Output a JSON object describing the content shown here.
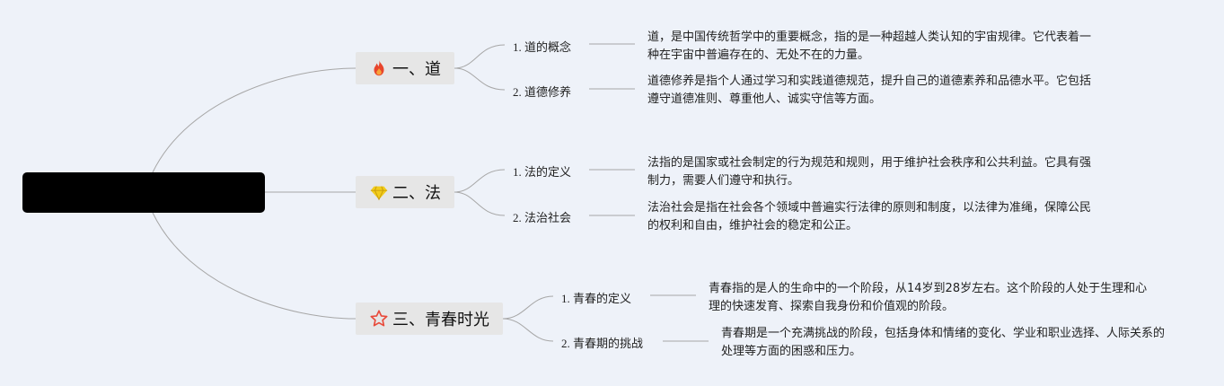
{
  "root": {
    "label": ""
  },
  "branches": [
    {
      "label": "一、道",
      "icon": "fire-icon",
      "topics": [
        {
          "label": "1. 道的概念",
          "desc": "道，是中国传统哲学中的重要概念，指的是一种超越人类认知的宇宙规律。它代表着一种在宇宙中普遍存在的、无处不在的力量。"
        },
        {
          "label": "2. 道德修养",
          "desc": "道德修养是指个人通过学习和实践道德规范，提升自己的道德素养和品德水平。它包括遵守道德准则、尊重他人、诚实守信等方面。"
        }
      ]
    },
    {
      "label": "二、法",
      "icon": "gem-icon",
      "topics": [
        {
          "label": "1. 法的定义",
          "desc": "法指的是国家或社会制定的行为规范和规则，用于维护社会秩序和公共利益。它具有强制力，需要人们遵守和执行。"
        },
        {
          "label": "2. 法治社会",
          "desc": "法治社会是指在社会各个领域中普遍实行法律的原则和制度，以法律为准绳，保障公民的权利和自由，维护社会的稳定和公正。"
        }
      ]
    },
    {
      "label": "三、青春时光",
      "icon": "star-icon",
      "topics": [
        {
          "label": "1. 青春的定义",
          "desc": "青春指的是人的生命中的一个阶段，从14岁到28岁左右。这个阶段的人处于生理和心理的快速发育、探索自我身份和价值观的阶段。"
        },
        {
          "label": "2. 青春期的挑战",
          "desc": "青春期是一个充满挑战的阶段，包括身体和情绪的变化、学业和职业选择、人际关系的处理等方面的困惑和压力。"
        }
      ]
    }
  ],
  "colors": {
    "background": "#eef2f9",
    "root_fill": "#000000",
    "branch_fill": "#e6e6e6",
    "connector": "#a7a7a7",
    "fire": "#e8452c",
    "gem": "#f2cc1b",
    "star": "#e84a3a"
  }
}
